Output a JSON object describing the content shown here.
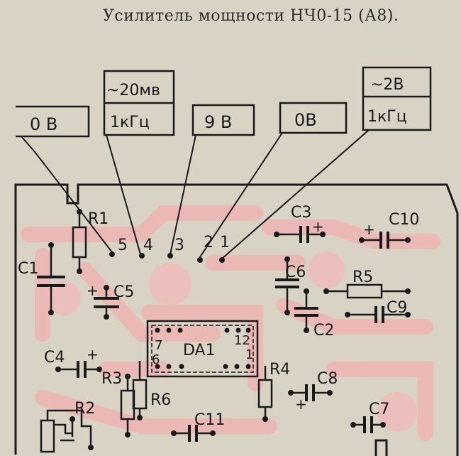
{
  "title": "Усилитель мощности НЧ0-15 (А8).",
  "probe_labels": {
    "p0v_left": "0 В",
    "p20mv_top": "~20мв",
    "p20mv_bottom": "1кГц",
    "p9v": "9 В",
    "p0v_mid": "0В",
    "p2v_top": "~2В",
    "p2v_bottom": "1кГц"
  },
  "pins": {
    "p5": "5",
    "p4": "4",
    "p3": "3",
    "p2": "2",
    "p1": "1"
  },
  "components": {
    "r1": "R1",
    "c1": "C1",
    "c5": "C5",
    "c3": "C3",
    "c10": "C10",
    "c6": "C6",
    "r5": "R5",
    "c9": "C9",
    "c2": "C2",
    "c4": "C4",
    "r3": "R3",
    "r6": "R6",
    "r4": "R4",
    "c8": "C8",
    "r2": "R2",
    "c11": "C11",
    "c7": "C7",
    "da1": "DA1",
    "ic_pin7": "7",
    "ic_pin12": "12",
    "ic_pin6": "6",
    "ic_pin1": "1"
  },
  "polarity": {
    "c3": "+",
    "c10": "+",
    "c5": "+",
    "c4": "+",
    "c8": "+"
  }
}
